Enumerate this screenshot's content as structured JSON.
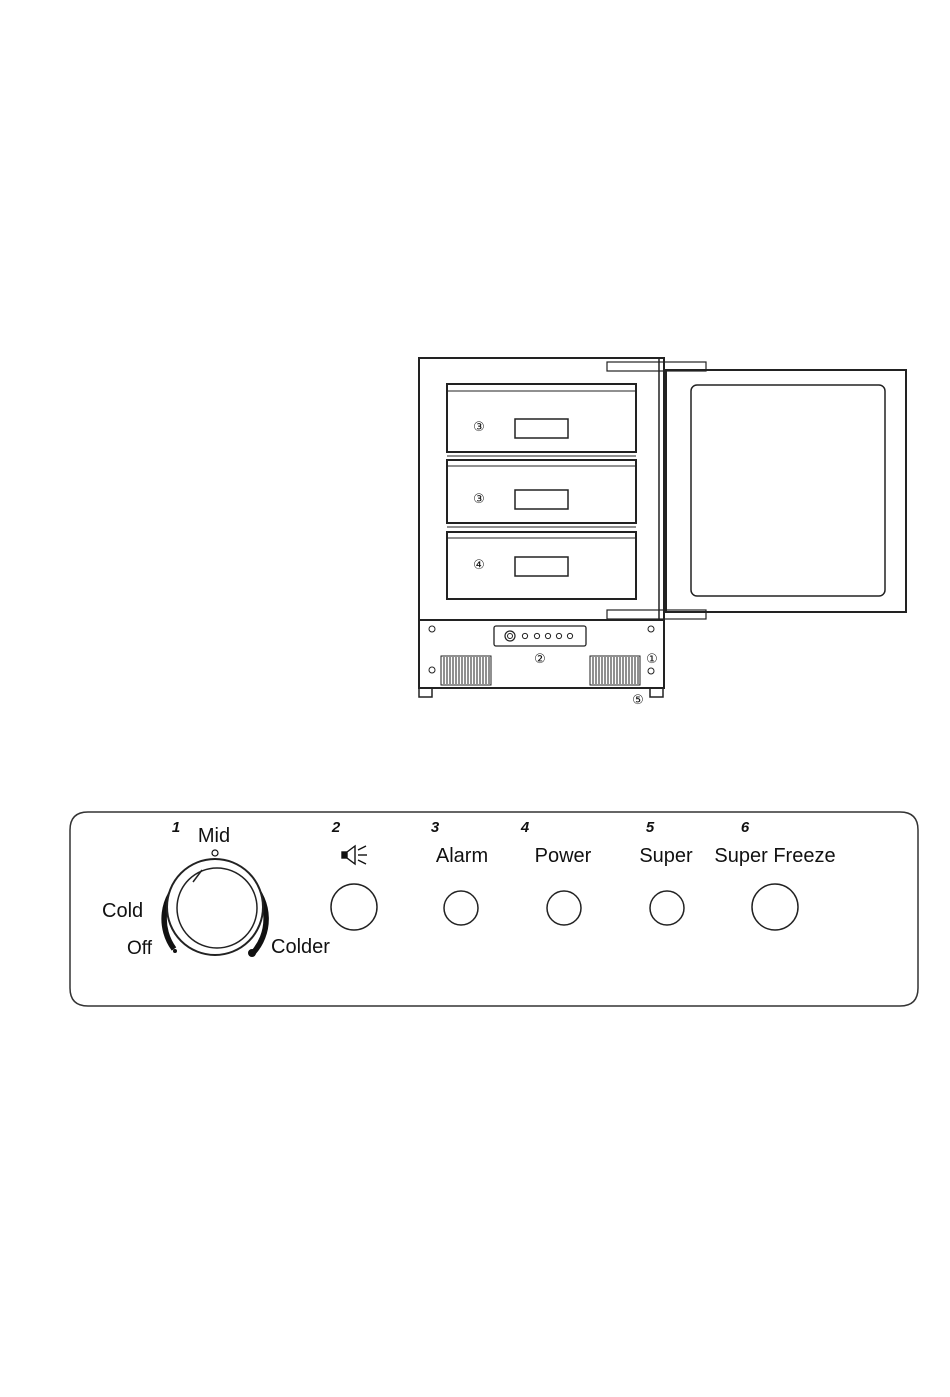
{
  "fridge": {
    "callouts": {
      "drawer_top": "③",
      "drawer_mid": "③",
      "drawer_bottom": "④",
      "control_panel": "②",
      "grille_right": "①",
      "foot": "⑤"
    }
  },
  "panel": {
    "controls": [
      {
        "number": "1",
        "label": "Mid"
      },
      {
        "number": "2",
        "label": "",
        "icon": "buzzer-icon"
      },
      {
        "number": "3",
        "label": "Alarm"
      },
      {
        "number": "4",
        "label": "Power"
      },
      {
        "number": "5",
        "label": "Super"
      },
      {
        "number": "6",
        "label": "Super Freeze"
      }
    ],
    "dial": {
      "left_label": "Cold",
      "off_label": "Off",
      "right_label": "Colder"
    }
  }
}
